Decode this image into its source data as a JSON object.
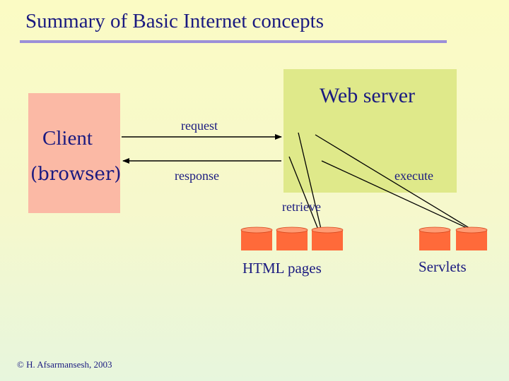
{
  "slide": {
    "title": "Summary of Basic Internet concepts",
    "footer": "© H. Afsarmansesh, 2003"
  },
  "client": {
    "label": "Client",
    "sublabel": "(browser)",
    "color": "#fbb9a5"
  },
  "server": {
    "label": "Web server",
    "color": "#dfe98a"
  },
  "arrows": {
    "request": "request",
    "response": "response",
    "execute": "execute",
    "retrieve": "retrieve"
  },
  "stores": {
    "html_pages": {
      "label": "HTML pages",
      "count": 3
    },
    "servlets": {
      "label": "Servlets",
      "count": 2
    },
    "color": "#ff6a3a"
  },
  "colors": {
    "text": "#1a1a80",
    "title_rule": "#9b8fd8"
  }
}
